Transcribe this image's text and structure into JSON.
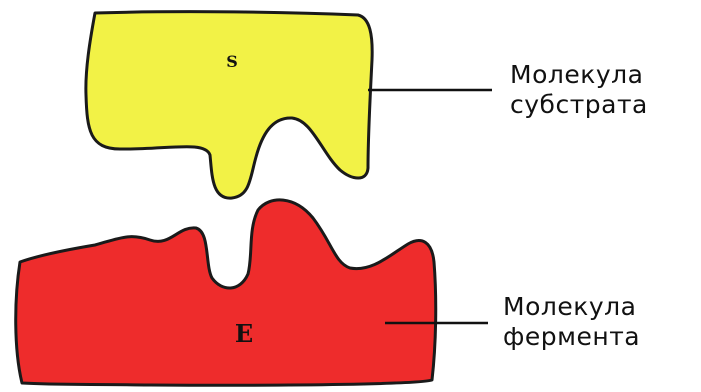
{
  "substrate": {
    "letter": "S",
    "caption_line1": "Молекула",
    "caption_line2": "субстрата",
    "color": "#F2F246"
  },
  "enzyme": {
    "letter": "E",
    "caption_line1": "Молекула",
    "caption_line2": "фермента",
    "color": "#EE2C2C"
  },
  "colors": {
    "outline": "#1a1a1a",
    "leader_line": "#111111"
  }
}
